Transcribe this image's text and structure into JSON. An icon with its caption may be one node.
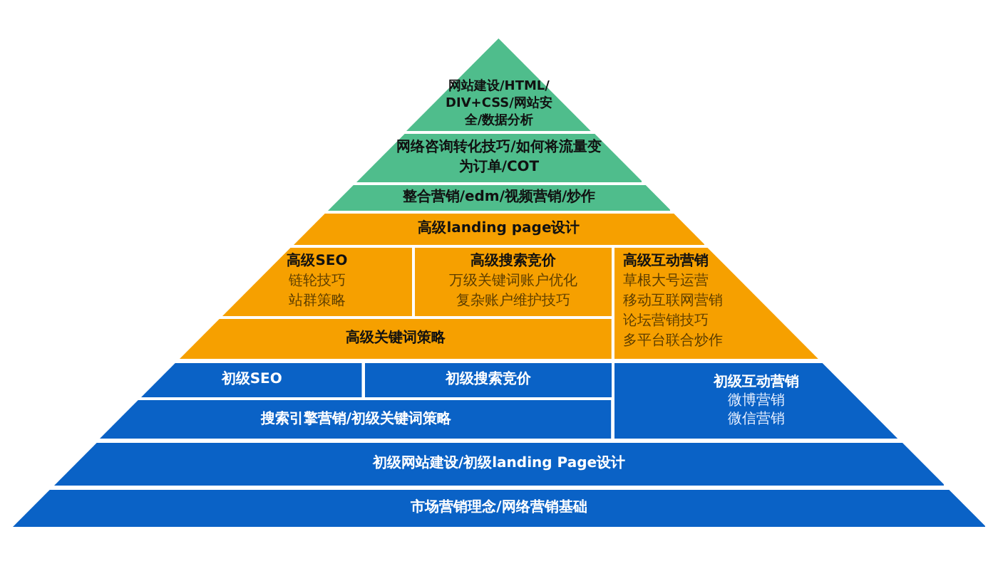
{
  "diagram": {
    "nodes": [
      {
        "text": [
          "网站建设/HTML/DIV+CSS/网站安全/数据分析"
        ]
      },
      {
        "text": [
          "网络咨询转化技巧/如何将流量变为订单/COT"
        ]
      },
      {
        "text": [
          "整合营销/edm/视频营销/炒作"
        ]
      },
      {
        "text": [
          "高级landing page设计"
        ]
      },
      {
        "text": [
          "高级SEO",
          "链轮技巧",
          "站群策略"
        ]
      },
      {
        "text": [
          "高级搜索竞价",
          "万级关键词账户优化",
          "复杂账户维护技巧"
        ]
      },
      {
        "text": [
          "高级互动营销",
          "草根大号运营",
          "移动互联网营销",
          "论坛营销技巧",
          "多平台联合炒作"
        ]
      },
      {
        "text": [
          "高级关键词策略"
        ]
      },
      {
        "text": [
          "初级SEO"
        ]
      },
      {
        "text": [
          "初级搜索竞价"
        ]
      },
      {
        "text": [
          "初级互动营销",
          "微博营销",
          "微信营销"
        ]
      },
      {
        "text": [
          "搜索引擎营销/初级关键词策略"
        ]
      },
      {
        "text": [
          "初级网站建设/初级landing Page设计"
        ]
      },
      {
        "text": [
          "市场营销理念/网络营销基础"
        ]
      }
    ]
  }
}
